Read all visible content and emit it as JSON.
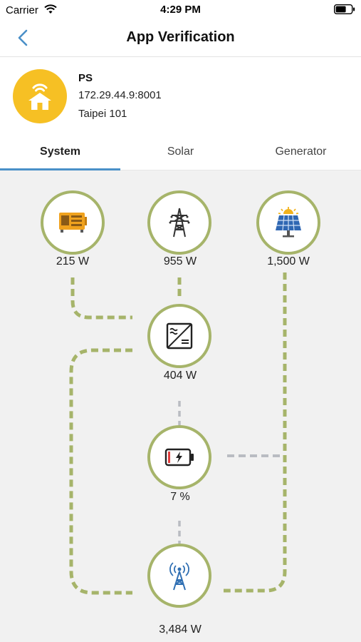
{
  "status_bar": {
    "carrier": "Carrier",
    "time": "4:29 PM"
  },
  "nav": {
    "title": "App Verification"
  },
  "site": {
    "name": "PS",
    "ip": "172.29.44.9:8001",
    "location": "Taipei 101"
  },
  "tabs": [
    {
      "label": "System",
      "active": true
    },
    {
      "label": "Solar",
      "active": false
    },
    {
      "label": "Generator",
      "active": false
    }
  ],
  "nodes": {
    "generator": {
      "value": "215 W",
      "icon": "generator-icon"
    },
    "grid": {
      "value": "955 W",
      "icon": "power-tower-icon"
    },
    "solar": {
      "value": "1,500 W",
      "icon": "solar-panel-icon"
    },
    "inverter": {
      "value": "404 W",
      "icon": "inverter-icon"
    },
    "battery": {
      "value": "7 %",
      "icon": "battery-low-icon"
    },
    "load": {
      "value": "3,484 W",
      "icon": "cell-tower-icon"
    }
  },
  "colors": {
    "accent_tab": "#4a90c8",
    "node_border": "#a6b46a",
    "active_line": "#a6b46a",
    "idle_line": "#b9bcc2",
    "avatar": "#f6c024"
  }
}
